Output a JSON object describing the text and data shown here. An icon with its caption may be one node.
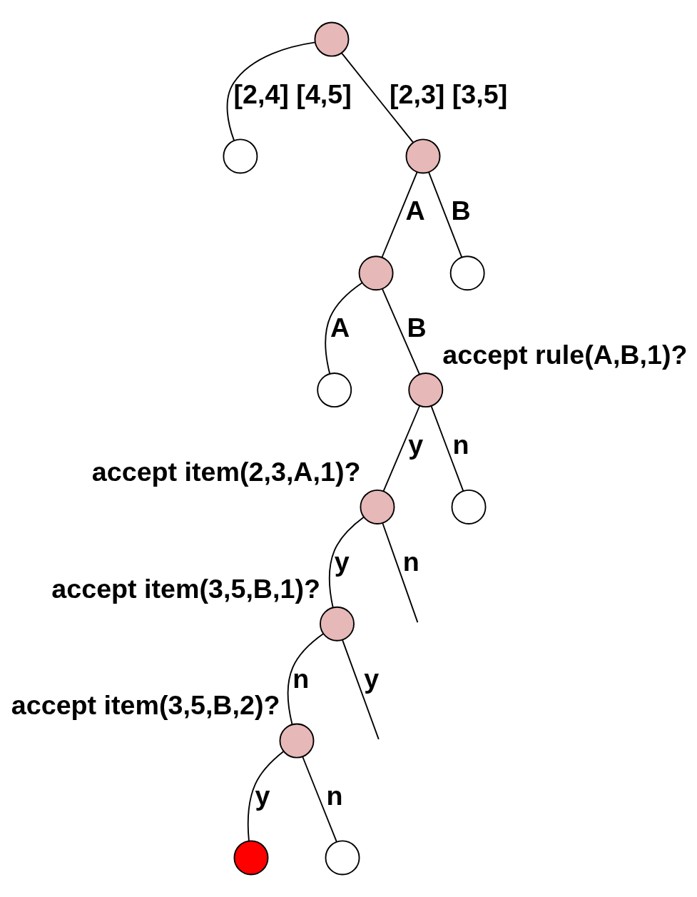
{
  "diagram": {
    "nodes": [
      {
        "text": [],
        "shape": "circle"
      },
      {
        "text": [],
        "shape": "circle"
      },
      {
        "text": [],
        "shape": "circle"
      },
      {
        "text": [],
        "shape": "circle"
      },
      {
        "text": [],
        "shape": "circle"
      },
      {
        "text": [],
        "shape": "circle"
      },
      {
        "text": [],
        "shape": "circle",
        "beside": [
          "accept rule(A,B,1)?"
        ]
      },
      {
        "text": [],
        "shape": "circle",
        "beside": [
          "accept item(2,3,A,1)?"
        ]
      },
      {
        "text": [],
        "shape": "circle"
      },
      {
        "text": [],
        "shape": "circle",
        "beside": [
          "accept item(3,5,B,1)?"
        ]
      },
      {
        "text": [],
        "shape": "circle",
        "beside": [
          "accept item(3,5,B,2)?"
        ]
      },
      {
        "text": [],
        "shape": "circle"
      },
      {
        "text": [],
        "shape": "circle"
      }
    ],
    "edges": [
      {
        "from": 0,
        "to": 1,
        "arrow": "none",
        "label": "[2,4] [4,5]"
      },
      {
        "from": 0,
        "to": 2,
        "arrow": "none",
        "label": "[2,3] [3,5]"
      },
      {
        "from": 2,
        "to": 3,
        "arrow": "none",
        "label": "A"
      },
      {
        "from": 2,
        "to": 4,
        "arrow": "none",
        "label": "B"
      },
      {
        "from": 3,
        "to": 5,
        "arrow": "none",
        "label": "A"
      },
      {
        "from": 3,
        "to": 6,
        "arrow": "none",
        "label": "B"
      },
      {
        "from": 6,
        "to": 7,
        "arrow": "none",
        "label": "y"
      },
      {
        "from": 6,
        "to": 8,
        "arrow": "none",
        "label": "n"
      },
      {
        "from": 7,
        "to": 9,
        "arrow": "none",
        "label": "y"
      },
      {
        "from": 7,
        "to": null,
        "arrow": "none",
        "label": "n"
      },
      {
        "from": 9,
        "to": null,
        "arrow": "none",
        "label": "y"
      },
      {
        "from": 9,
        "to": 10,
        "arrow": "none",
        "label": "n"
      },
      {
        "from": 10,
        "to": 11,
        "arrow": "none",
        "label": "y"
      },
      {
        "from": 10,
        "to": 12,
        "arrow": "none",
        "label": "n"
      }
    ]
  }
}
